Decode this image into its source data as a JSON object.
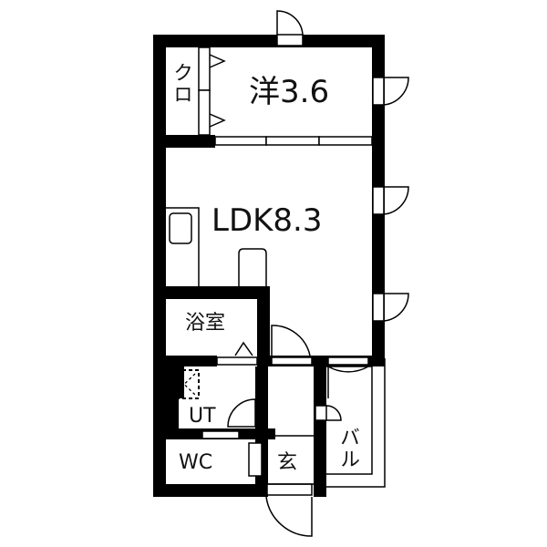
{
  "floor_plan": {
    "rooms": [
      {
        "id": "western-room",
        "label": "洋3.6",
        "type": "Western-style room",
        "size_jo": 3.6
      },
      {
        "id": "closet",
        "label": "クロ",
        "type": "Closet"
      },
      {
        "id": "ldk",
        "label": "LDK8.3",
        "type": "Living/Dining/Kitchen",
        "size_jo": 8.3
      },
      {
        "id": "bathroom",
        "label": "浴室",
        "type": "Bathroom"
      },
      {
        "id": "utility",
        "label": "UT",
        "type": "Utility / washroom"
      },
      {
        "id": "toilet",
        "label": "WC",
        "type": "Toilet"
      },
      {
        "id": "entrance",
        "label": "玄",
        "type": "Entrance (genkan)"
      },
      {
        "id": "balcony",
        "label": "バル",
        "type": "Balcony"
      }
    ],
    "colors": {
      "wall": "#000000",
      "background": "#ffffff",
      "line": "#111111"
    }
  }
}
